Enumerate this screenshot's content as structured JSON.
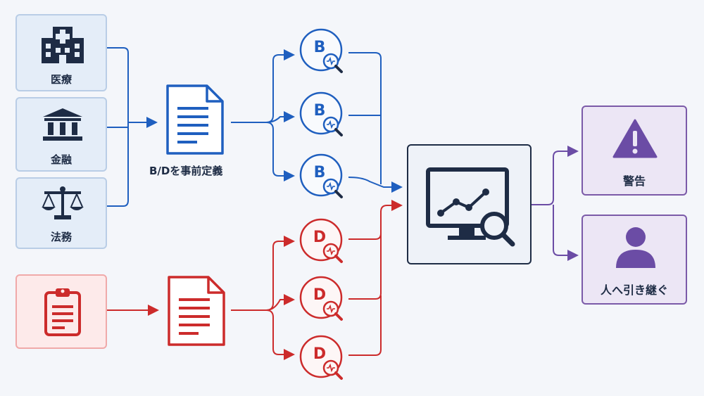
{
  "sources": [
    {
      "label": "医療",
      "icon": "hospital-icon"
    },
    {
      "label": "金融",
      "icon": "bank-icon"
    },
    {
      "label": "法務",
      "icon": "scales-icon"
    }
  ],
  "clipboard_icon": "clipboard-icon",
  "bd_document": {
    "caption": "B/Dを事前定義",
    "icon": "document-icon"
  },
  "d_document": {
    "icon": "document-icon"
  },
  "b_agents": {
    "letter": "B",
    "count": 3,
    "icon": "magnifier-pulse-icon"
  },
  "d_agents": {
    "letter": "D",
    "count": 3,
    "icon": "magnifier-pulse-icon"
  },
  "monitor": {
    "icon": "monitor-chart-magnifier-icon"
  },
  "outputs": [
    {
      "label": "警告",
      "icon": "warning-icon"
    },
    {
      "label": "人へ引き継ぐ",
      "icon": "person-icon"
    }
  ],
  "colors": {
    "blue": "#1f5fbf",
    "red": "#cc2b2b",
    "purple": "#6b4ca5",
    "navy": "#1e2c45",
    "background": "#f4f6fa"
  }
}
